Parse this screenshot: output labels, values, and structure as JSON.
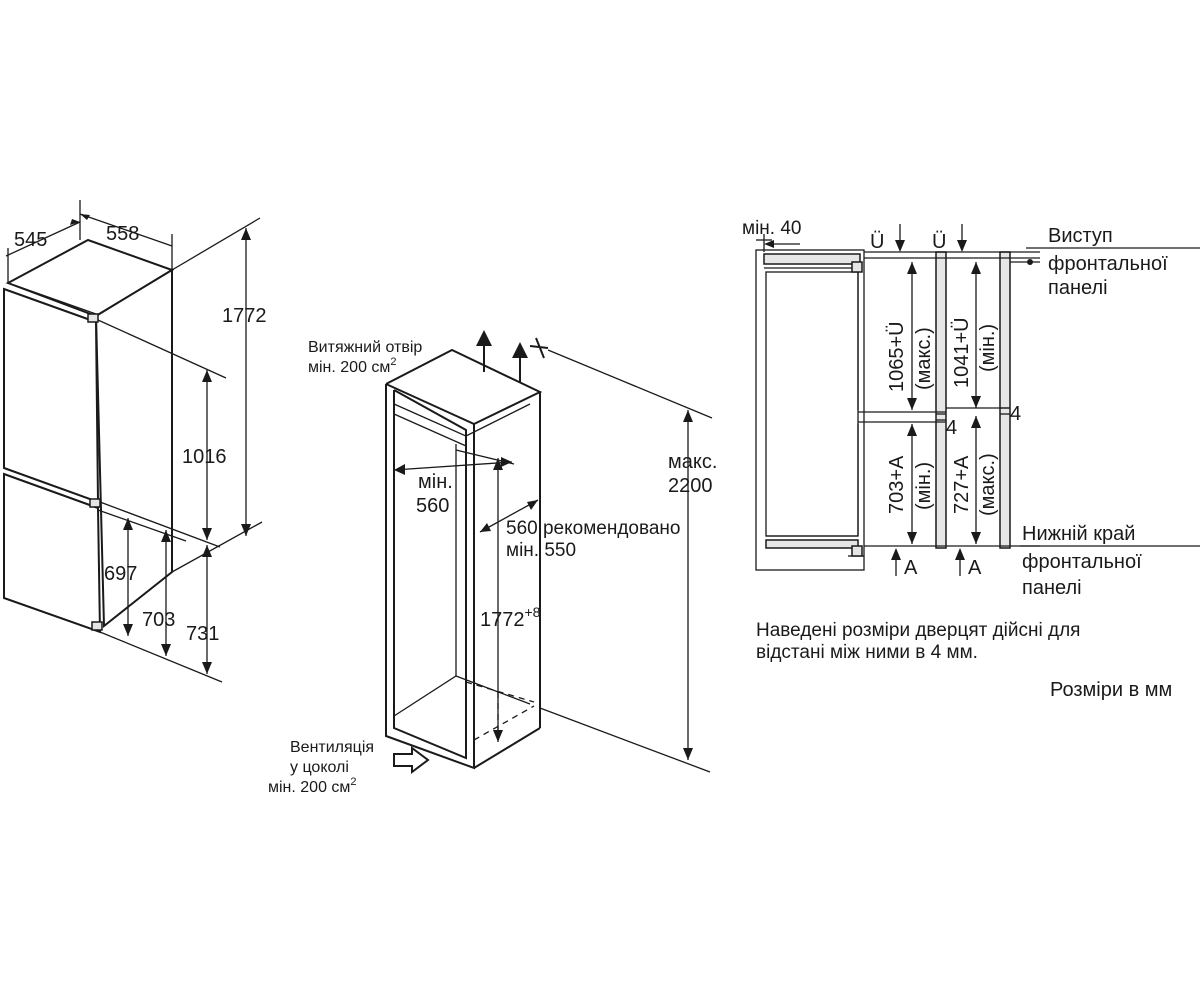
{
  "fridge": {
    "depth": "545",
    "width": "558",
    "height": "1772",
    "upper": "1016",
    "d697": "697",
    "d703": "703",
    "d731": "731"
  },
  "niche": {
    "vent_top_line1": "Витяжний отвір",
    "vent_top_line2": "мін. 200 см",
    "vent_top_sup": "2",
    "width_line1": "мін.",
    "width_line2": "560",
    "depth_line1": "560 рекомендовано",
    "depth_line2": "мін. 550",
    "height": "1772",
    "height_sup": "+8",
    "max_line1": "макс.",
    "max_line2": "2200",
    "vent_bottom_line1": "Вентиляція",
    "vent_bottom_line2": "у цоколі",
    "vent_bottom_line3": "мін. 200 см",
    "vent_bottom_sup": "2"
  },
  "doors": {
    "min40": "мін. 40",
    "u_left": "Ü",
    "u_right": "Ü",
    "protrusion_line1": "Виступ",
    "protrusion_line2": "фронтальної",
    "protrusion_line3": "панелі",
    "upper_left_value": "1065+Ü",
    "upper_left_note": "(макс.)",
    "upper_right_value": "1041+Ü",
    "upper_right_note": "(мін.)",
    "gap_a": "4",
    "gap_b": "4",
    "lower_left_value": "703+A",
    "lower_left_note": "(мін.)",
    "lower_right_value": "727+A",
    "lower_right_note": "(макс.)",
    "a_left": "A",
    "a_right": "A",
    "bottom_edge_line1": "Нижній край",
    "bottom_edge_line2": "фронтальної",
    "bottom_edge_line3": "панелі",
    "note_line1": "Наведені розміри дверцят дійсні для",
    "note_line2": "відстані між ними в 4 мм.",
    "units": "Розміри в мм"
  }
}
